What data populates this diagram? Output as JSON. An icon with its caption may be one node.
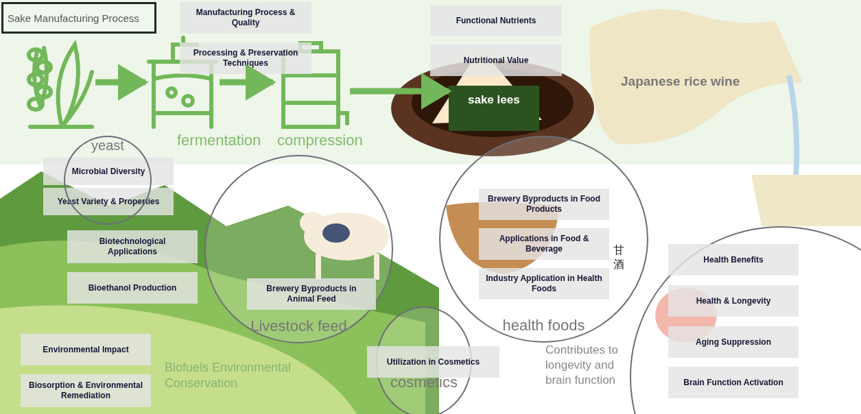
{
  "diagram": {
    "nodes": [
      {
        "text": [
          "Sake Manufacturing Process"
        ]
      },
      {
        "text": [
          "Manufacturing Process & Quality"
        ]
      },
      {
        "text": [
          "Processing & Preservation Techniques"
        ]
      },
      {
        "text": [],
        "shape": "picture"
      },
      {
        "text": [],
        "shape": "picture",
        "beside": [
          "fermentation"
        ]
      },
      {
        "text": [],
        "shape": "picture",
        "beside": [
          "compression"
        ]
      },
      {
        "text": [
          "sake lees"
        ]
      },
      {
        "text": [
          "Functional Nutrients"
        ]
      },
      {
        "text": [
          "Nutritional Value"
        ]
      },
      {
        "text": [
          "yeast"
        ]
      },
      {
        "text": [
          "Microbial Diversity"
        ]
      },
      {
        "text": [
          "Yeast Variety & Properties"
        ]
      },
      {
        "text": [
          "Biotechnological Applications"
        ]
      },
      {
        "text": [
          "Bioethanol Production"
        ]
      },
      {
        "text": [
          "Livestock feed"
        ]
      },
      {
        "text": [
          "Brewery Byproducts in Animal Feed"
        ],
        "in": 14
      },
      {
        "text": [
          "health foods"
        ]
      },
      {
        "text": [
          "Brewery Byproducts in Food Products"
        ],
        "in": 16
      },
      {
        "text": [
          "Applications in Food & Beverage"
        ],
        "in": 16
      },
      {
        "text": [
          "Industry Application in Health Foods"
        ],
        "in": 16
      },
      {
        "text": [
          "Environmental Impact"
        ]
      },
      {
        "text": [
          "Biosorption & Environmental Remediation"
        ]
      },
      {
        "text": [
          "cosmetics"
        ]
      },
      {
        "text": [
          "Utilization in Cosmetics"
        ]
      },
      {
        "text": [],
        "shape": "circle"
      },
      {
        "text": [
          "Health Benefits"
        ],
        "in": 24
      },
      {
        "text": [
          "Health & Longevity"
        ],
        "in": 24
      },
      {
        "text": [
          "Aging Suppression"
        ],
        "in": 24
      },
      {
        "text": [
          "Brain Function Activation"
        ],
        "in": 24
      }
    ],
    "edges": [
      {
        "from": 3,
        "to": 4,
        "arrow": "to"
      },
      {
        "from": 4,
        "to": 5,
        "arrow": "to"
      },
      {
        "from": 5,
        "to": 6,
        "arrow": "to"
      }
    ],
    "labels": [
      "Japanese rice wine",
      "甘酒",
      "Biofuels Environmental Conservation",
      "Contributes to longevity and brain function"
    ]
  }
}
